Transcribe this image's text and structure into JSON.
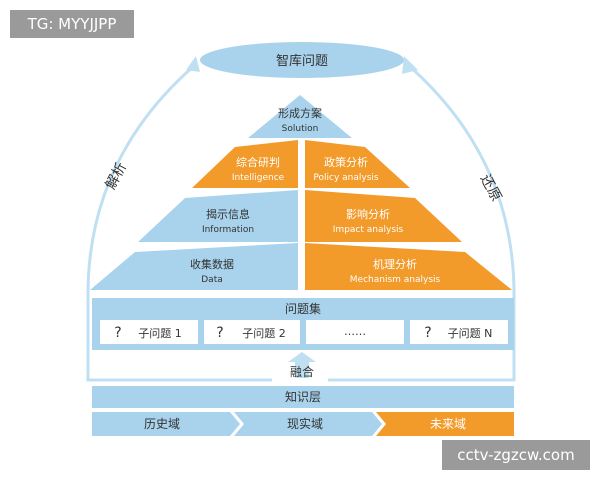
{
  "top_label": "智库问题",
  "left_arc_label": "解析",
  "right_arc_label": "还原",
  "pyramid": {
    "apex": {
      "zh": "形成方案",
      "en": "Solution"
    },
    "left_levels": [
      {
        "zh": "综合研判",
        "en": "Intelligence"
      },
      {
        "zh": "揭示信息",
        "en": "Information"
      },
      {
        "zh": "收集数据",
        "en": "Data"
      }
    ],
    "right_levels": [
      {
        "zh": "政策分析",
        "en": "Policy analysis"
      },
      {
        "zh": "影响分析",
        "en": "Impact analysis"
      },
      {
        "zh": "机理分析",
        "en": "Mechanism analysis"
      }
    ]
  },
  "problem_set": {
    "title": "问题集",
    "items": [
      {
        "mark": "?",
        "label": "子问题 1"
      },
      {
        "mark": "?",
        "label": "子问题 2"
      },
      {
        "mark": "",
        "label": "……"
      },
      {
        "mark": "?",
        "label": "子问题 N"
      }
    ]
  },
  "fusion_label": "融合",
  "knowledge_layer": "知识层",
  "domains": [
    "历史域",
    "现实域",
    "未来域"
  ],
  "watermarks": {
    "top": "TG: MYYJJPP",
    "bottom": "cctv-zgzcw.com"
  },
  "colors": {
    "light_blue": "#a9d3ec",
    "orange": "#f29a2a",
    "arc": "#bfe0f2",
    "text_dark": "#333333"
  }
}
